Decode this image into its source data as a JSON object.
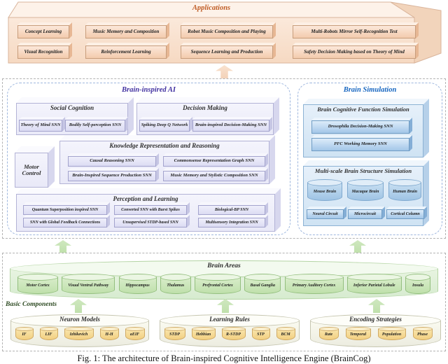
{
  "figure": {
    "caption": "Fig. 1: The architecture of Brain-inspired Cognitive Intelligence Engine (BrainCog)"
  },
  "applications": {
    "title": "Applications",
    "items": [
      "Concept Learning",
      "Music Memory and Composition",
      "Robot Music Composition and Playing",
      "Multi-Robots Mirror Self-Recognition Test",
      "Visual Recognition",
      "Reinforcement Learning",
      "Sequence Learning and Production",
      "Safety Decision Making based on Theory of Mind"
    ]
  },
  "brain_inspired_ai": {
    "title": "Brain-inspired AI",
    "social_cognition": {
      "title": "Social Cognition",
      "items": [
        "Theory of Mind SNN",
        "Bodily Self-perception SNN"
      ]
    },
    "decision_making": {
      "title": "Decision Making",
      "items": [
        "Spiking Deep Q Network",
        "Brain-inspired Decision-Making SNN"
      ]
    },
    "motor_control": {
      "title": "Motor Control"
    },
    "knowledge_reasoning": {
      "title": "Knowledge Representation and Reasoning",
      "items": [
        "Causal Reasoning SNN",
        "Commonsense Representation Graph SNN",
        "Brain-Inspired Sequence Production SNN",
        "Music Memory and Stylistic Composition SNN"
      ]
    },
    "perception_learning": {
      "title": "Perception and Learning",
      "items": [
        "Quantum Superposition inspired SNN",
        "Converted SNN with Burst Spikes",
        "Biological-BP SNN",
        "SNN with Global Feedback Connections",
        "Unsupervised STDP-based SNN",
        "Multisensory Integration SNN"
      ]
    }
  },
  "brain_simulation": {
    "title": "Brain Simulation",
    "cognitive_function": {
      "title": "Brain Cognitive Function Simulation",
      "items": [
        "Drosophila Decision-Making SNN",
        "PFC Working Memory SNN"
      ]
    },
    "multiscale_structure": {
      "title": "Multi-scale Brain Structure Simulation",
      "brains": [
        "Mouse Brain",
        "Macaque Brain",
        "Human Brain"
      ],
      "scales": [
        "Neural Circuit",
        "Microcircuit",
        "Cortical Column"
      ]
    }
  },
  "brain_areas": {
    "title": "Brain Areas",
    "items": [
      "Motor Cortex",
      "Visual Ventral Pathway",
      "Hippocampus",
      "Thalamus",
      "Prefrontal Cortex",
      "Basal Ganglia",
      "Primary Auditory Cortex",
      "Inferior Parietal Lobule",
      "Insula"
    ]
  },
  "basic_components": {
    "label": "Basic Components",
    "groups": [
      {
        "title": "Neuron Models",
        "items": [
          "IF",
          "LIF",
          "Izhikevich",
          "H-H",
          "aEIF"
        ]
      },
      {
        "title": "Learning Rules",
        "items": [
          "STDP",
          "Hebbian",
          "R-STDP",
          "STP",
          "BCM"
        ]
      },
      {
        "title": "Encoding Strategies",
        "items": [
          "Rate",
          "Temporal",
          "Population",
          "Phase"
        ]
      }
    ]
  },
  "colors": {
    "applications_accent": "#bf5b24",
    "ai_accent": "#4130a0",
    "simulation_accent": "#1565c0",
    "components_accent": "#2d4a22",
    "peach": "#f3cbad",
    "lavender": "#dcdcf3",
    "blue": "#a3c6e8",
    "green": "#bfe0ab",
    "yellow": "#f2cf80"
  }
}
